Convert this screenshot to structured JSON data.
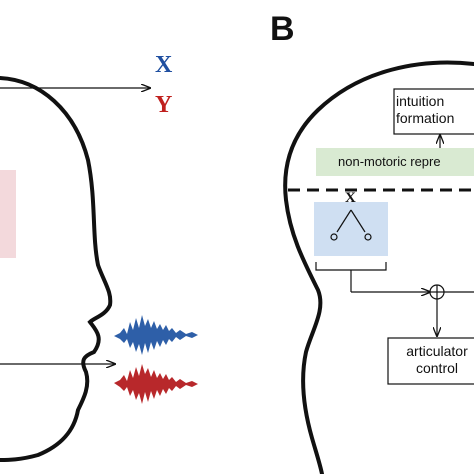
{
  "panel_b_label": "B",
  "panel_a": {
    "x_label": "X",
    "y_label": "Y",
    "colors": {
      "x": "#1f4fa0",
      "y": "#c0201e",
      "wave_blue": "#2e5fa8",
      "wave_red": "#b8282b",
      "pink_box": "#f3d9dc"
    }
  },
  "panel_b": {
    "intuition_box": {
      "line1": "intuition",
      "line2": "formation"
    },
    "non_motoric": "non-motoric repre",
    "tree_root": "X",
    "articulatory_box": {
      "line1": "articulator",
      "line2": "control"
    },
    "colors": {
      "green_band": "#d9ead2",
      "blue_box": "#cfdff2"
    }
  }
}
